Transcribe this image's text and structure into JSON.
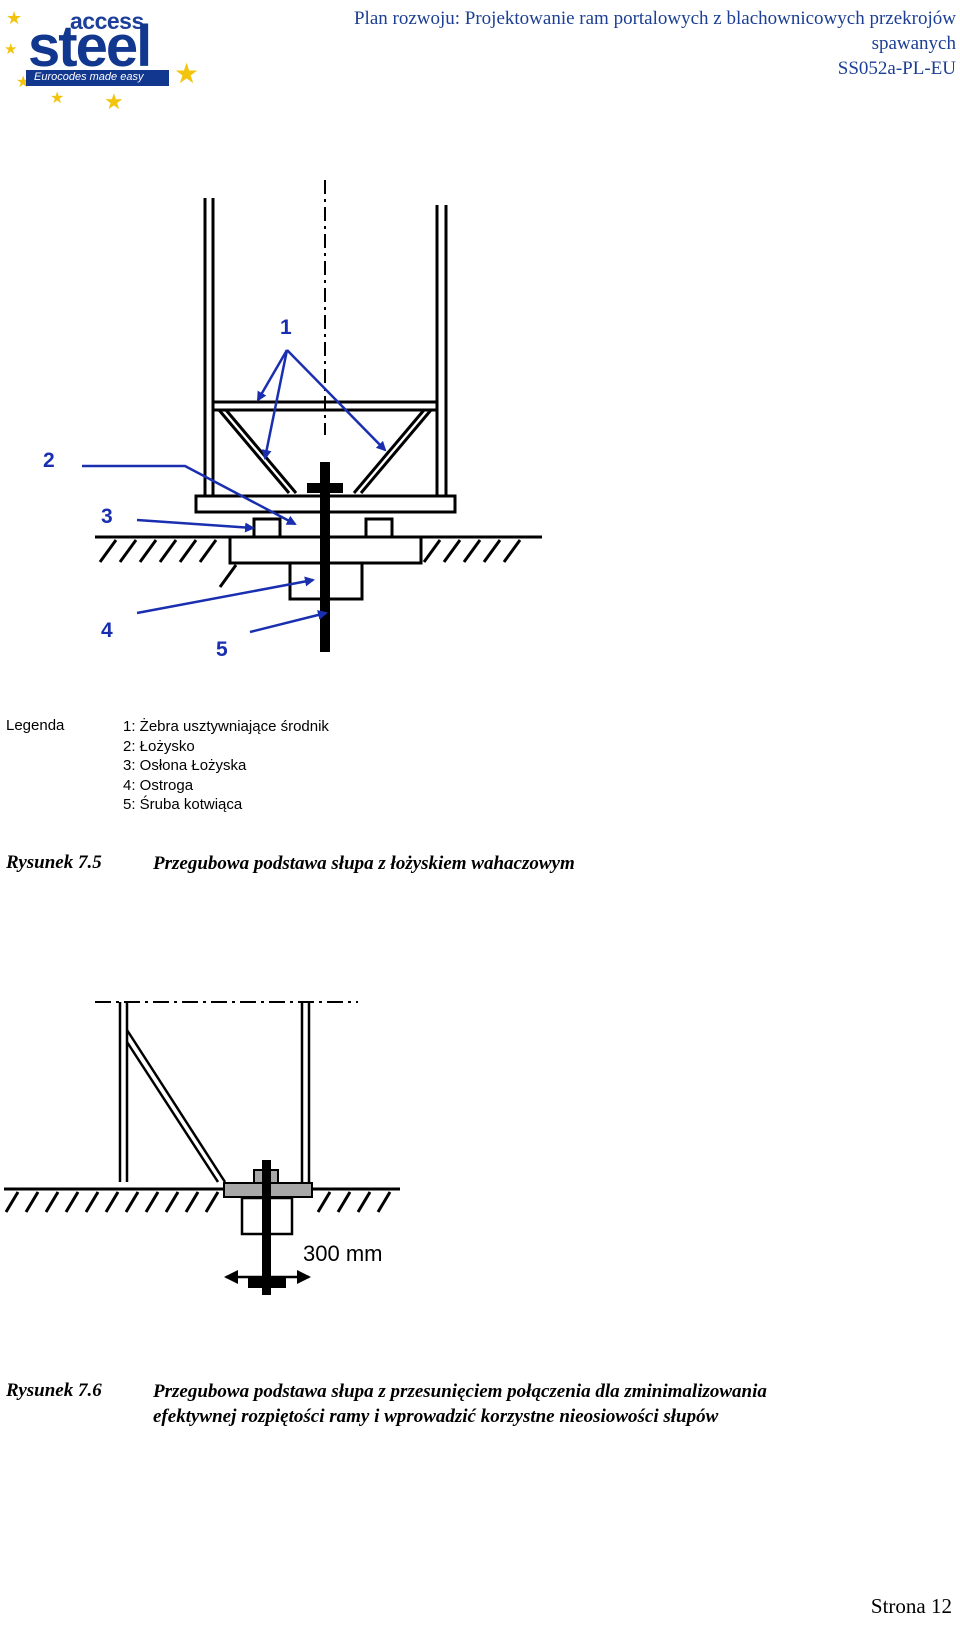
{
  "logo": {
    "top": "access",
    "main": "steel",
    "tagline": "Eurocodes made easy"
  },
  "header": {
    "title_line1": "Plan rozwoju: Projektowanie ram portalowych z blachownicowych przekrojów",
    "title_line2": "spawanych",
    "doc_code": "SS052a-PL-EU"
  },
  "figure1": {
    "callouts": [
      "1",
      "2",
      "3",
      "4",
      "5"
    ],
    "legend_label": "Legenda",
    "legend_items": [
      "1: Żebra usztywniające środnik",
      "2: Łożysko",
      "3: Osłona Łożyska",
      "4: Ostroga",
      "5: Śruba kotwiąca"
    ],
    "caption_number": "Rysunek 7.5",
    "caption_text": "Przegubowa podstawa słupa z łożyskiem wahaczowym"
  },
  "figure2": {
    "dimension_label": "300 mm",
    "caption_number": "Rysunek 7.6",
    "caption_line1": "Przegubowa podstawa słupa z przesunięciem połączenia dla zminimalizowania",
    "caption_line2": "efektywnej rozpiętości ramy i wprowadzić korzystne nieosiowości słupów"
  },
  "footer": {
    "page_label": "Strona 12"
  },
  "colors": {
    "header_text": "#1c3f94",
    "callout_blue": "#1a2fb0",
    "logo_blue": "#12378f",
    "logo_star": "#f2c40d"
  }
}
